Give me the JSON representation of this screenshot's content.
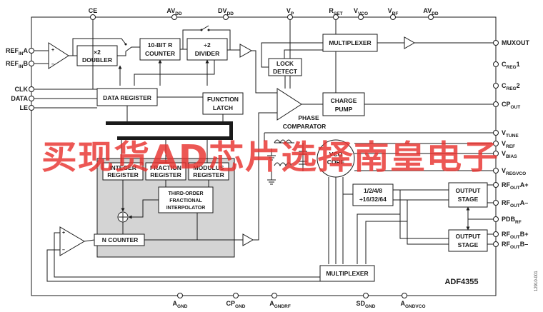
{
  "pins_top": [
    {
      "id": "ce",
      "text": "CE"
    },
    {
      "id": "avdd",
      "text": "AV",
      "sub": "DD"
    },
    {
      "id": "dvdd",
      "text": "DV",
      "sub": "DD"
    },
    {
      "id": "vp",
      "text": "V",
      "sub": "P"
    },
    {
      "id": "rset",
      "text": "R",
      "sub": "SET"
    },
    {
      "id": "vvco",
      "text": "V",
      "sub": "VCO"
    },
    {
      "id": "vrf",
      "text": "V",
      "sub": "RF"
    },
    {
      "id": "avdd2",
      "text": "AV",
      "sub": "DD"
    }
  ],
  "pins_left": [
    {
      "id": "refina",
      "text": "REF",
      "sub": "IN",
      "suffix": "A"
    },
    {
      "id": "refinb",
      "text": "REF",
      "sub": "IN",
      "suffix": "B"
    },
    {
      "id": "clk",
      "text": "CLK"
    },
    {
      "id": "data",
      "text": "DATA"
    },
    {
      "id": "le",
      "text": "LE"
    }
  ],
  "pins_right": [
    {
      "id": "muxout",
      "text": "MUXOUT"
    },
    {
      "id": "creg1",
      "text": "C",
      "sub": "REG",
      "suffix": "1"
    },
    {
      "id": "creg2",
      "text": "C",
      "sub": "REG",
      "suffix": "2"
    },
    {
      "id": "cpout",
      "text": "CP",
      "sub": "OUT"
    },
    {
      "id": "vtune",
      "text": "V",
      "sub": "TUNE"
    },
    {
      "id": "vref",
      "text": "V",
      "sub": "REF"
    },
    {
      "id": "vbias",
      "text": "V",
      "sub": "BIAS"
    },
    {
      "id": "vregvco",
      "text": "V",
      "sub": "REGVCO"
    },
    {
      "id": "rfouta_p",
      "text": "RF",
      "sub": "OUT",
      "suffix": "A+"
    },
    {
      "id": "rfouta_m",
      "text": "RF",
      "sub": "OUT",
      "suffix": "A–"
    },
    {
      "id": "pdbrf",
      "text": "PDB",
      "sub": "RF"
    },
    {
      "id": "rfoutb_p",
      "text": "RF",
      "sub": "OUT",
      "suffix": "B+"
    },
    {
      "id": "rfoutb_m",
      "text": "RF",
      "sub": "OUT",
      "suffix": "B–"
    }
  ],
  "pins_bottom": [
    {
      "id": "agnd",
      "text": "A",
      "sub": "GND"
    },
    {
      "id": "cpgnd",
      "text": "CP",
      "sub": "GND"
    },
    {
      "id": "agndrf",
      "text": "A",
      "sub": "GNDRF"
    },
    {
      "id": "sdgnd",
      "text": "SD",
      "sub": "GND"
    },
    {
      "id": "agndvco",
      "text": "A",
      "sub": "GNDVCO"
    }
  ],
  "blocks": {
    "doubler_1": "×2",
    "doubler_2": "DOUBLER",
    "r_counter_1": "10-BIT R",
    "r_counter_2": "COUNTER",
    "divider_1": "÷2",
    "divider_2": "DIVIDER",
    "multiplexer_top": "MULTIPLEXER",
    "lock_detect_1": "LOCK",
    "lock_detect_2": "DETECT",
    "data_register": "DATA REGISTER",
    "function_latch_1": "FUNCTION",
    "function_latch_2": "LATCH",
    "charge_pump_1": "CHARGE",
    "charge_pump_2": "PUMP",
    "phase_comparator_1": "PHASE",
    "phase_comparator_2": "COMPARATOR",
    "integer_reg_1": "INTEGER",
    "integer_reg_2": "REGISTER",
    "fraction_reg_1": "FRACTION",
    "fraction_reg_2": "REGISTER",
    "modulus_reg_1": "MODULUS",
    "modulus_reg_2": "REGISTER",
    "interp_1": "THIRD-ORDER",
    "interp_2": "FRACTIONAL",
    "interp_3": "INTERPOLATOR",
    "n_counter": "N COUNTER",
    "vco_1": "VCO",
    "vco_2": "CORE",
    "out_div_1": "1/2/4/8",
    "out_div_2": "16/32/64",
    "output_stage_a_1": "OUTPUT",
    "output_stage_a_2": "STAGE",
    "output_stage_b_1": "OUTPUT",
    "output_stage_b_2": "STAGE",
    "multiplexer_bottom": "MULTIPLEXER"
  },
  "part_number": "ADF4355",
  "figure_code": "12910-001",
  "watermark": "买现货AD芯片选择南皇电子"
}
